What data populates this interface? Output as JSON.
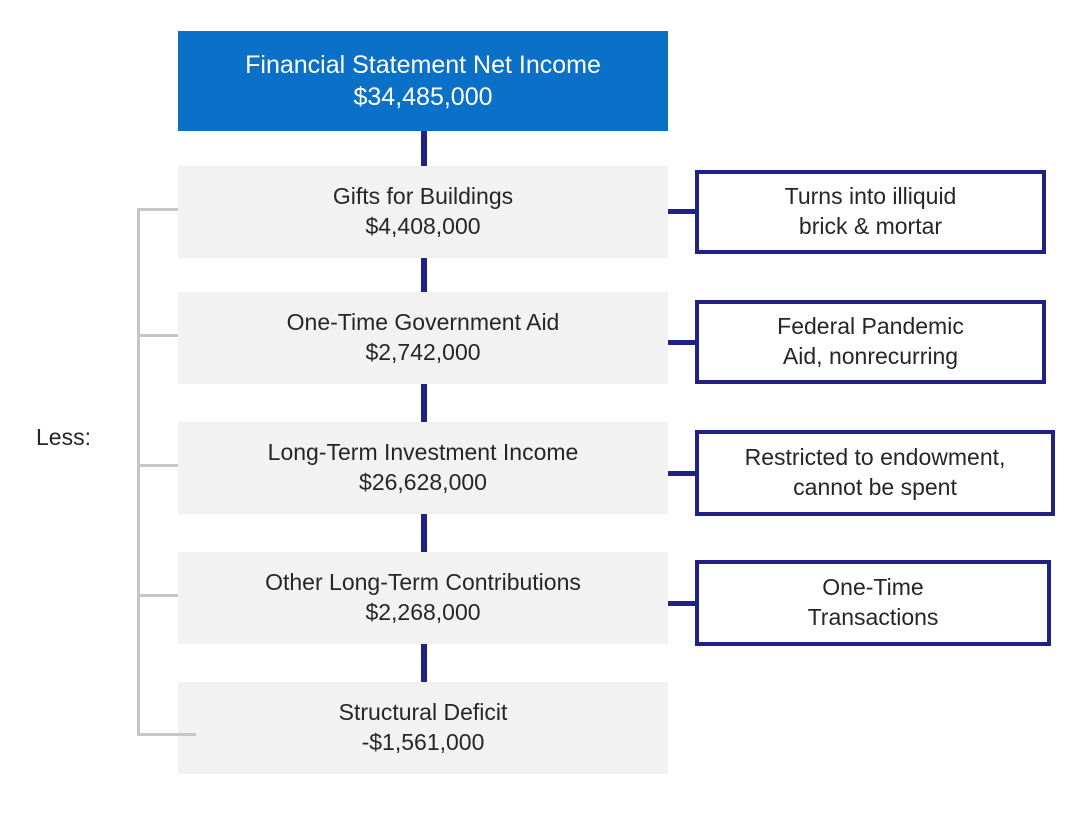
{
  "diagram": {
    "type": "flow",
    "title_box": {
      "label": "Financial Statement Net Income",
      "amount": "$34,485,000",
      "background_color": "#0b70c8",
      "text_color": "#ffffff"
    },
    "bracket_label": "Less:",
    "colors": {
      "header_blue": "#0b70c8",
      "connector_navy": "#1f2184",
      "step_gray": "#f2f2f2",
      "bracket_gray": "#c6c6c6",
      "text_dark": "#262626"
    },
    "steps": [
      {
        "label": "Gifts for Buildings",
        "amount": "$4,408,000",
        "callout": {
          "line1": "Turns into illiquid",
          "line2": "brick & mortar"
        }
      },
      {
        "label": "One-Time Government Aid",
        "amount": "$2,742,000",
        "callout": {
          "line1": "Federal Pandemic",
          "line2": "Aid, nonrecurring"
        }
      },
      {
        "label": "Long-Term Investment Income",
        "amount": "$26,628,000",
        "callout": {
          "line1": "Restricted to endowment,",
          "line2": "cannot be spent"
        }
      },
      {
        "label": "Other Long-Term Contributions",
        "amount": "$2,268,000",
        "callout": {
          "line1": "One-Time",
          "line2": "Transactions"
        }
      },
      {
        "label": "Structural Deficit",
        "amount": "-$1,561,000",
        "callout": null
      }
    ]
  }
}
